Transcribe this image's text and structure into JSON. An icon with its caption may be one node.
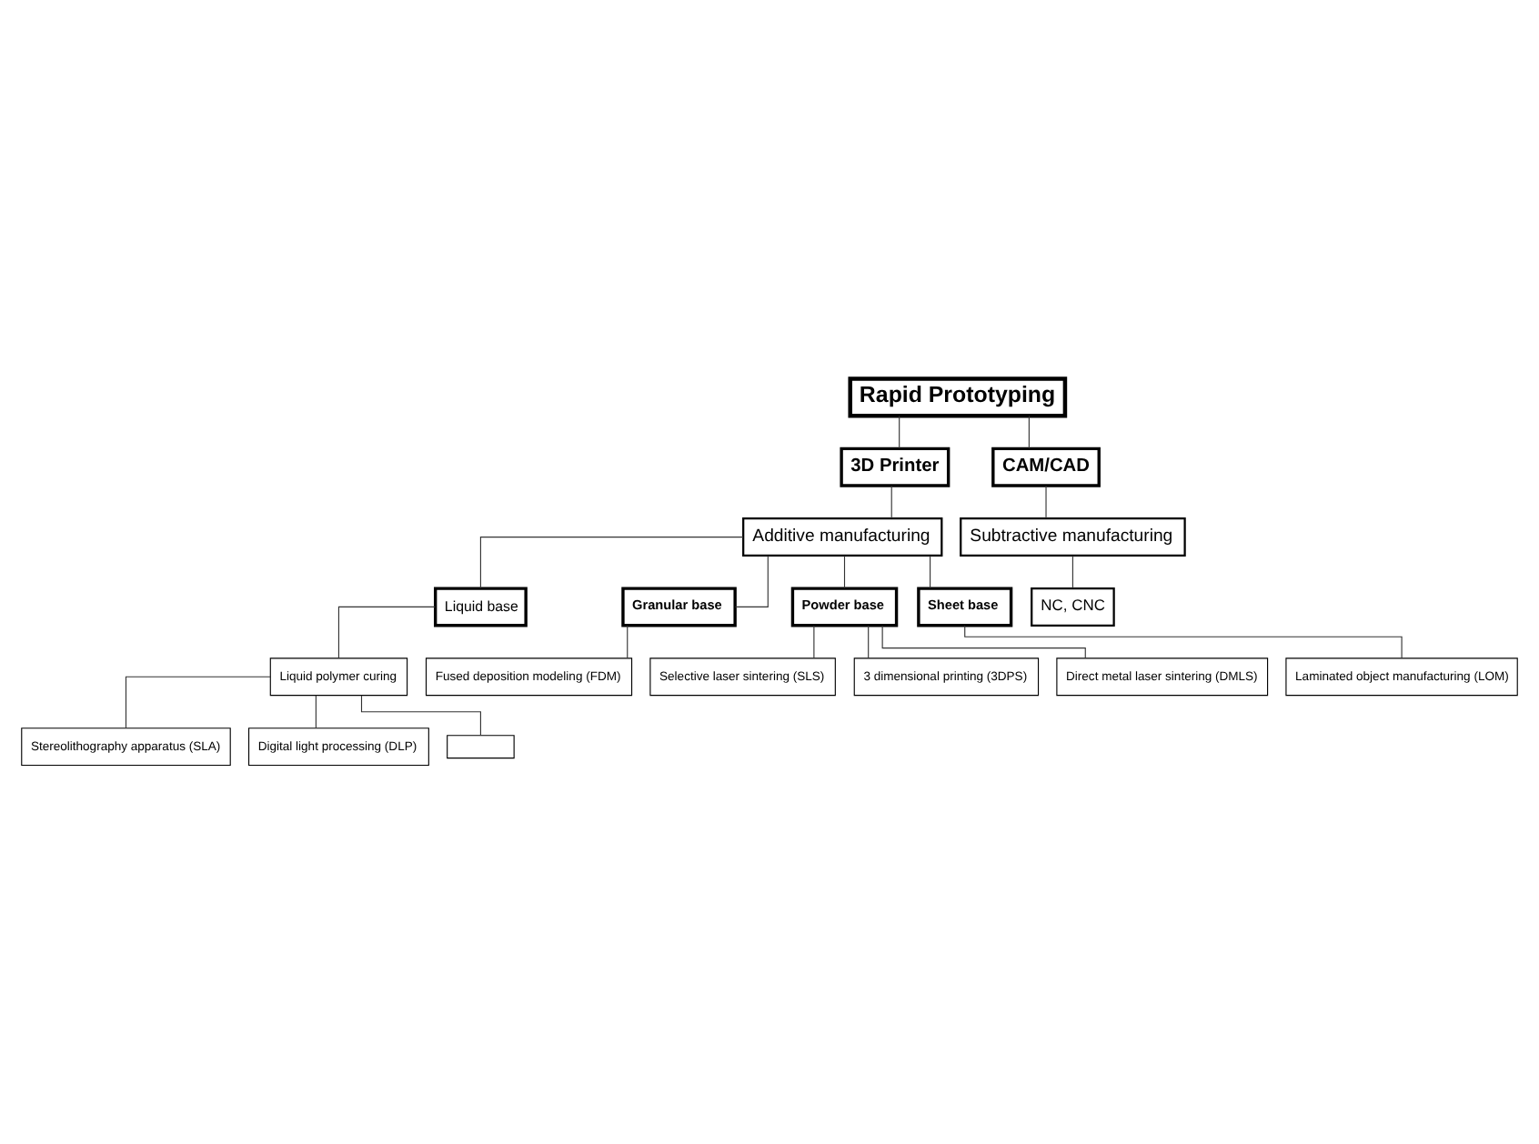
{
  "diagram": {
    "nodes": [
      {
        "text": [
          "Rapid Prototyping"
        ]
      },
      {
        "text": [
          "3D Printer"
        ]
      },
      {
        "text": [
          "CAM/CAD"
        ]
      },
      {
        "text": [
          "Additive manufacturing"
        ]
      },
      {
        "text": [
          "Subtractive manufacturing"
        ]
      },
      {
        "text": [
          "Liquid base"
        ]
      },
      {
        "text": [
          "Granular base"
        ]
      },
      {
        "text": [
          "Powder base"
        ]
      },
      {
        "text": [
          "Sheet base"
        ]
      },
      {
        "text": [
          "NC, CNC"
        ]
      },
      {
        "text": [
          "Liquid polymer curing"
        ]
      },
      {
        "text": [
          "Fused deposition modeling (FDM)"
        ]
      },
      {
        "text": [
          "Laminated object manufacturing (LOM)"
        ]
      },
      {
        "text": [
          "Stereolithography apparatus (SLA)"
        ]
      },
      {
        "text": [
          "Digital light processing (DLP)"
        ]
      },
      {
        "text": [],
        "shape": "box"
      },
      {
        "text": [
          "Selective laser sintering (SLS)"
        ]
      },
      {
        "text": [
          "3 dimensional printing (3DPS)"
        ]
      },
      {
        "text": [
          "Direct metal laser sintering (DMLS)"
        ]
      }
    ],
    "edges": [
      {
        "from": 0,
        "to": 1,
        "arrow": "none"
      },
      {
        "from": 0,
        "to": 2,
        "arrow": "none"
      },
      {
        "from": 1,
        "to": 3,
        "arrow": "none"
      },
      {
        "from": 2,
        "to": 4,
        "arrow": "none"
      },
      {
        "from": 3,
        "to": 5,
        "arrow": "none"
      },
      {
        "from": 3,
        "to": 6,
        "arrow": "none"
      },
      {
        "from": 3,
        "to": 7,
        "arrow": "none"
      },
      {
        "from": 3,
        "to": 8,
        "arrow": "none"
      },
      {
        "from": 4,
        "to": 9,
        "arrow": "none"
      },
      {
        "from": 5,
        "to": 10,
        "arrow": "none"
      },
      {
        "from": 6,
        "to": 11,
        "arrow": "none"
      },
      {
        "from": 8,
        "to": 12,
        "arrow": "none"
      },
      {
        "from": 10,
        "to": 13,
        "arrow": "none"
      },
      {
        "from": 10,
        "to": 14,
        "arrow": "none"
      },
      {
        "from": 10,
        "to": 15,
        "arrow": "none"
      },
      {
        "from": 7,
        "to": 16,
        "arrow": "none"
      },
      {
        "from": 7,
        "to": 17,
        "arrow": "none"
      },
      {
        "from": 7,
        "to": 18,
        "arrow": "none"
      }
    ]
  }
}
